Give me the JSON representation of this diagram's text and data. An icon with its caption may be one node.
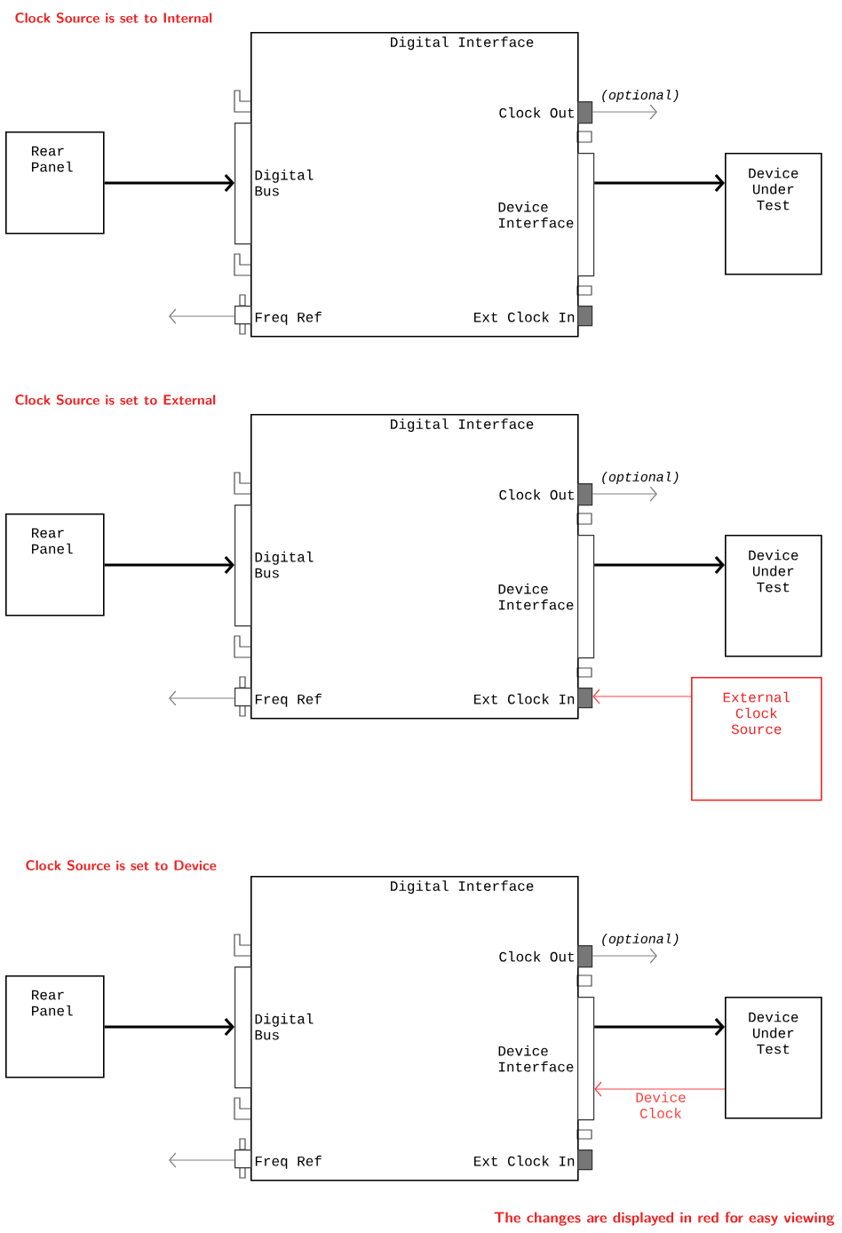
{
  "diagram": {
    "nodes": [
      {
        "text": [
          "Digital Interface"
        ]
      },
      {
        "text": [
          "Rear Panel"
        ]
      },
      {
        "text": [
          "Device Under Test"
        ]
      },
      {
        "text": [],
        "shape": "box",
        "beside": [
          "Digital Bus"
        ]
      },
      {
        "text": [],
        "shape": "box",
        "beside": [
          "Clock Out"
        ]
      },
      {
        "text": [],
        "shape": "box",
        "beside": [
          "Device Interface"
        ]
      },
      {
        "text": [],
        "shape": "box",
        "beside": [
          "Freq Ref"
        ]
      },
      {
        "text": [],
        "shape": "box",
        "beside": [
          "Ext Clock In"
        ]
      },
      {
        "text": [
          "Digital Interface"
        ]
      },
      {
        "text": [
          "Rear Panel"
        ]
      },
      {
        "text": [
          "Device Under Test"
        ]
      },
      {
        "text": [],
        "shape": "box",
        "beside": [
          "Digital Bus"
        ]
      },
      {
        "text": [],
        "shape": "box",
        "beside": [
          "Clock Out"
        ]
      },
      {
        "text": [],
        "shape": "box",
        "beside": [
          "Device Interface"
        ]
      },
      {
        "text": [],
        "shape": "box",
        "beside": [
          "Freq Ref"
        ]
      },
      {
        "text": [],
        "shape": "box",
        "beside": [
          "Ext Clock In"
        ]
      },
      {
        "text": [
          "External Clock Source"
        ]
      },
      {
        "text": [
          "Digital Interface"
        ]
      },
      {
        "text": [
          "Rear Panel"
        ]
      },
      {
        "text": [
          "Device Under Test"
        ]
      },
      {
        "text": [],
        "shape": "box",
        "beside": [
          "Digital Bus"
        ]
      },
      {
        "text": [],
        "shape": "box",
        "beside": [
          "Clock Out"
        ]
      },
      {
        "text": [],
        "shape": "box",
        "beside": [
          "Device Interface"
        ]
      },
      {
        "text": [],
        "shape": "box",
        "beside": [
          "Freq Ref"
        ]
      },
      {
        "text": [],
        "shape": "box",
        "beside": [
          "Ext Clock In"
        ]
      }
    ],
    "edges": [
      {
        "from": 1,
        "to": 3,
        "arrow": "to"
      },
      {
        "from": 5,
        "to": 2,
        "arrow": "to"
      },
      {
        "from": 4,
        "to": null,
        "arrow": "to",
        "label": "(optional)",
        "color": "#808080"
      },
      {
        "from": 6,
        "to": null,
        "arrow": "to",
        "color": "#808080"
      },
      {
        "from": 9,
        "to": 11,
        "arrow": "to"
      },
      {
        "from": 13,
        "to": 10,
        "arrow": "to"
      },
      {
        "from": 12,
        "to": null,
        "arrow": "to",
        "label": "(optional)",
        "color": "#808080"
      },
      {
        "from": 14,
        "to": null,
        "arrow": "to",
        "color": "#808080"
      },
      {
        "from": 16,
        "to": 15,
        "arrow": "to",
        "color": "#ff4040"
      },
      {
        "from": 18,
        "to": 20,
        "arrow": "to"
      },
      {
        "from": 22,
        "to": 19,
        "arrow": "to"
      },
      {
        "from": 21,
        "to": null,
        "arrow": "to",
        "label": "(optional)",
        "color": "#808080"
      },
      {
        "from": 23,
        "to": null,
        "arrow": "to",
        "color": "#808080"
      },
      {
        "from": 19,
        "to": 22,
        "arrow": "to",
        "color": "#ff4040",
        "label": "Device Clock"
      }
    ],
    "labels": [
      "Clock Source is set to Internal",
      "Clock Source is set to External",
      "Clock Source is set to Device",
      "The changes are displayed in red for easy viewing"
    ]
  }
}
